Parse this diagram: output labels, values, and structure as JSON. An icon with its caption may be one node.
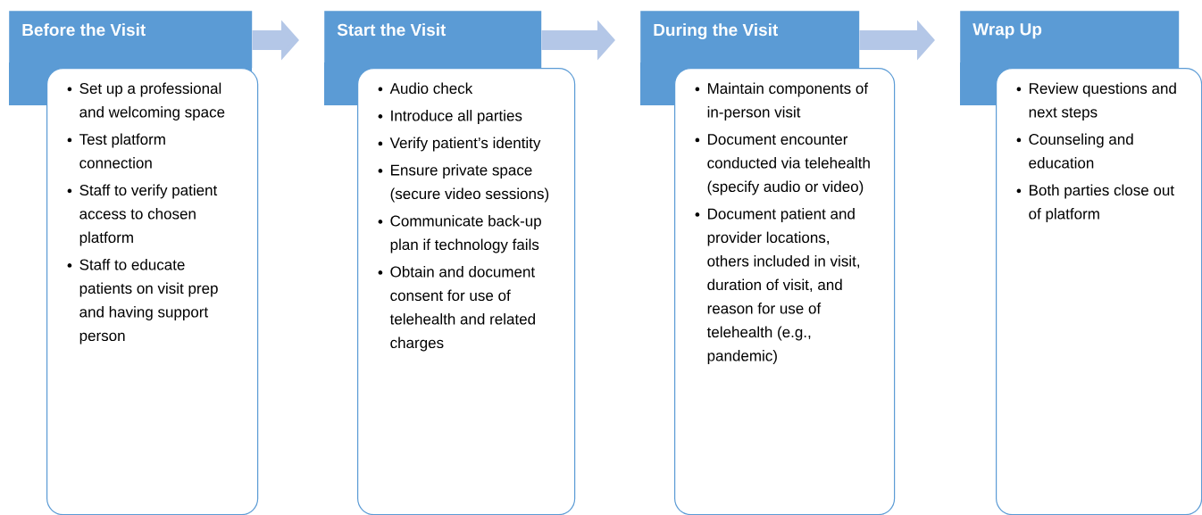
{
  "diagram": {
    "nodes": [
      {
        "text": [
          "Before the Visit"
        ]
      },
      {
        "text": [
          "Set up a professional and welcoming space",
          "Test platform connection",
          "Staff to verify patient access to chosen platform",
          "Staff to educate patients on visit prep and having support person"
        ]
      },
      {
        "text": [
          "Start  the Visit"
        ]
      },
      {
        "text": [
          "Audio check",
          "Introduce all parties",
          "Verify patient’s identity",
          "Ensure private space (secure video sessions)",
          "Communicate back-up plan if technology fails",
          "Obtain and document consent for use of telehealth and related charges"
        ]
      },
      {
        "text": [
          "During the Visit"
        ]
      },
      {
        "text": [
          "Maintain components of in-person visit",
          "Document encounter conducted via telehealth (specify audio or video)",
          "Document patient and provider locations, others included in visit, duration of visit, and reason for use of telehealth (e.g., pandemic)"
        ]
      },
      {
        "text": [
          "Wrap Up"
        ]
      },
      {
        "text": [
          "Review questions and next steps",
          "Counseling and education",
          "Both parties close out of platform"
        ]
      }
    ],
    "edges": [
      {
        "from": 0,
        "to": 2,
        "arrow": "to"
      },
      {
        "from": 2,
        "to": 4,
        "arrow": "to"
      },
      {
        "from": 4,
        "to": 6,
        "arrow": "to"
      }
    ]
  }
}
